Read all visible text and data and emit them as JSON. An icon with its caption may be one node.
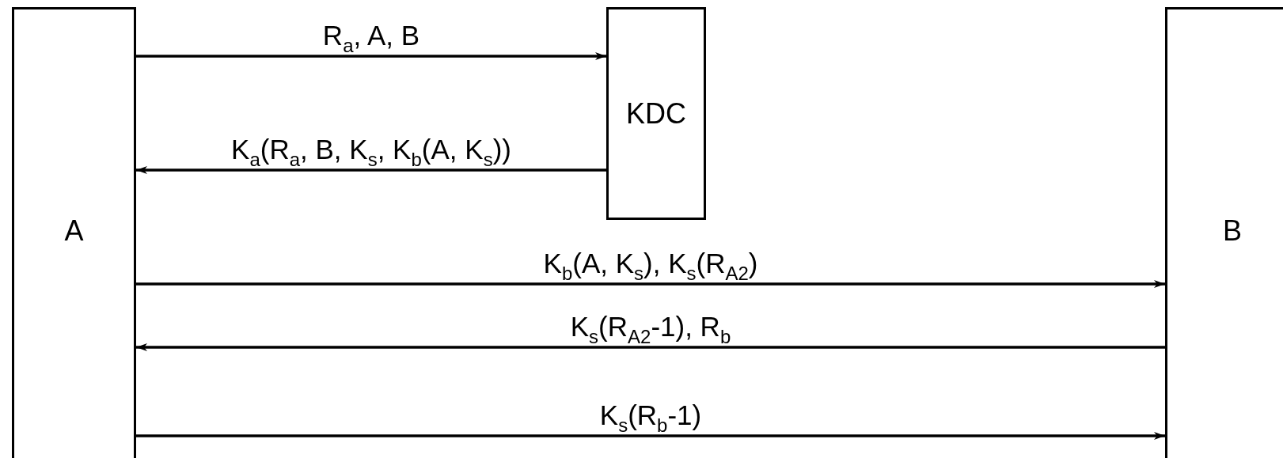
{
  "diagram": {
    "nodes": [
      {
        "text": [
          "A"
        ]
      },
      {
        "text": [
          "KDC"
        ]
      },
      {
        "text": [
          "B"
        ]
      }
    ],
    "edges": [
      {
        "from": 0,
        "to": 1,
        "arrow": "to",
        "label": "R$_{a}$, A, B"
      },
      {
        "from": 1,
        "to": 0,
        "arrow": "to",
        "label": "K$_{a}$(R$_{a}$, B, K$_{s}$, K$_{b}$(A, K$_{s}$))"
      },
      {
        "from": 0,
        "to": 2,
        "arrow": "to",
        "label": "K$_{b}$(A, K$_{s}$), K$_{s}$(R$_{A2}$)"
      },
      {
        "from": 2,
        "to": 0,
        "arrow": "to",
        "label": "K$_{s}$(R$_{A2}$-1), R$_{b}$"
      },
      {
        "from": 0,
        "to": 2,
        "arrow": "to",
        "label": "K$_{s}$(R$_{b}$-1)"
      }
    ]
  }
}
